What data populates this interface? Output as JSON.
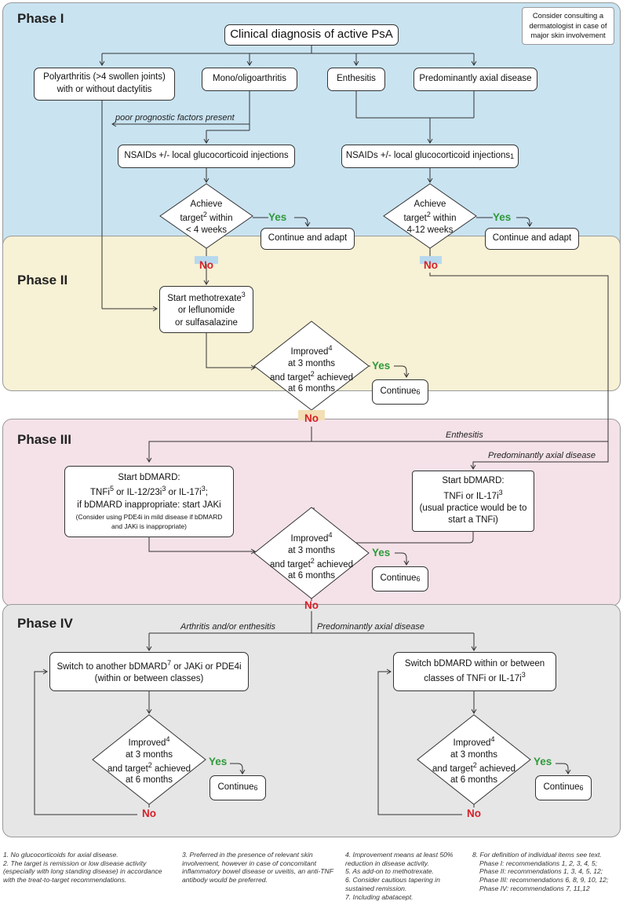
{
  "phases": [
    "Phase I",
    "Phase II",
    "Phase III",
    "Phase IV"
  ],
  "phase1": {
    "consult_note": "Consider consulting a dermatologist in case of major skin involvement",
    "diagnosis": "Clinical diagnosis of active PsA",
    "poly": "Polyarthritis (>4 swollen joints) with or without dactylitis",
    "mono": "Mono/oligoarthritis",
    "enthesitis": "Enthesitis",
    "axial": "Predominantly axial disease",
    "poor_prognostic": "poor prognostic factors present",
    "nsaids_left": "NSAIDs +/- local glucocorticoid injections",
    "nsaids_right": "NSAIDs +/- local glucocorticoid injections",
    "nsaids_right_sup": "1",
    "achieve_left_1": "Achieve",
    "achieve_left_2": "target",
    "achieve_left_2_sup": "2",
    "achieve_left_3": " within",
    "achieve_left_4": "< 4 weeks",
    "achieve_right_1": "Achieve",
    "achieve_right_2": "target",
    "achieve_right_2_sup": "2",
    "achieve_right_3": " within",
    "achieve_right_4": "4-12 weeks",
    "continue_adapt": "Continue and adapt"
  },
  "yes": "Yes",
  "no": "No",
  "phase2": {
    "start_mtx_1": "Start methotrexate",
    "start_mtx_sup": "3",
    "start_mtx_2": "or leflunomide",
    "start_mtx_3": "or sulfasalazine",
    "continue": "Continue",
    "continue_sup": "6"
  },
  "improved": {
    "l1": "Improved",
    "l1_sup": "4",
    "l2": "at 3 months",
    "l3a": "and target",
    "l3_sup": "2",
    "l3b": " achieved",
    "l4": "at 6 months"
  },
  "phase3": {
    "enthesitis": "Enthesitis",
    "axial": "Predominantly axial disease",
    "left_1": "Start bDMARD:",
    "left_2a": "TNFi",
    "left_2_sup1": "5",
    "left_2b": " or IL-12/23i",
    "left_2_sup2": "3",
    "left_2c": " or IL-17i",
    "left_2_sup3": "3",
    "left_2d": ";",
    "left_3": "if bDMARD inappropriate: start JAKi",
    "left_4": "(Consider using PDE4i in mild disease if bDMARD and JAKi is inappropriate)",
    "right_1": "Start bDMARD:",
    "right_2": "TNFi or IL-17i",
    "right_2_sup": "3",
    "right_3": "(usual practice would be to start a TNFi)",
    "continue": "Continue",
    "continue_sup": "6"
  },
  "phase4": {
    "arthritis_lbl": "Arthritis and/or enthesitis",
    "axial_lbl": "Predominantly axial disease",
    "switch_left_1a": "Switch to another bDMARD",
    "switch_left_sup": "7",
    "switch_left_1b": " or JAKi or PDE4i",
    "switch_left_2": "(within or between classes)",
    "switch_right_1": "Switch bDMARD within or between",
    "switch_right_2": "classes of TNFi or IL-17i",
    "switch_right_sup": "3",
    "continue": "Continue",
    "continue_sup": "6"
  },
  "footnotes": {
    "n1": "1. No glucocorticoids for axial disease.",
    "n2": "2. The target is remission or low disease activity (especially with long standing disease) in accordance with the treat-to-target recommendations.",
    "n3": "3. Preferred in the presence of relevant skin involvement, however in case of concomitant inflammatory bowel disease or uveitis, an anti-TNF antibody would be preferred.",
    "n4": "4. Improvement means at least 50% reduction in disease activity.",
    "n5": "5. As add-on to methotrexate.",
    "n6": "6. Consider cautious tapering in sustained remission.",
    "n7": "7. Including abatacept.",
    "n8": "8. For definition of individual items see text.",
    "n8a": "Phase I: recommendations 1, 2, 3, 4, 5;",
    "n8b": "Phase II: recommendations 1, 3, 4, 5, 12;",
    "n8c": "Phase III: recommendations 6, 8, 9, 10, 12;",
    "n8d": "Phase IV: recommendations 7, 11,12"
  }
}
